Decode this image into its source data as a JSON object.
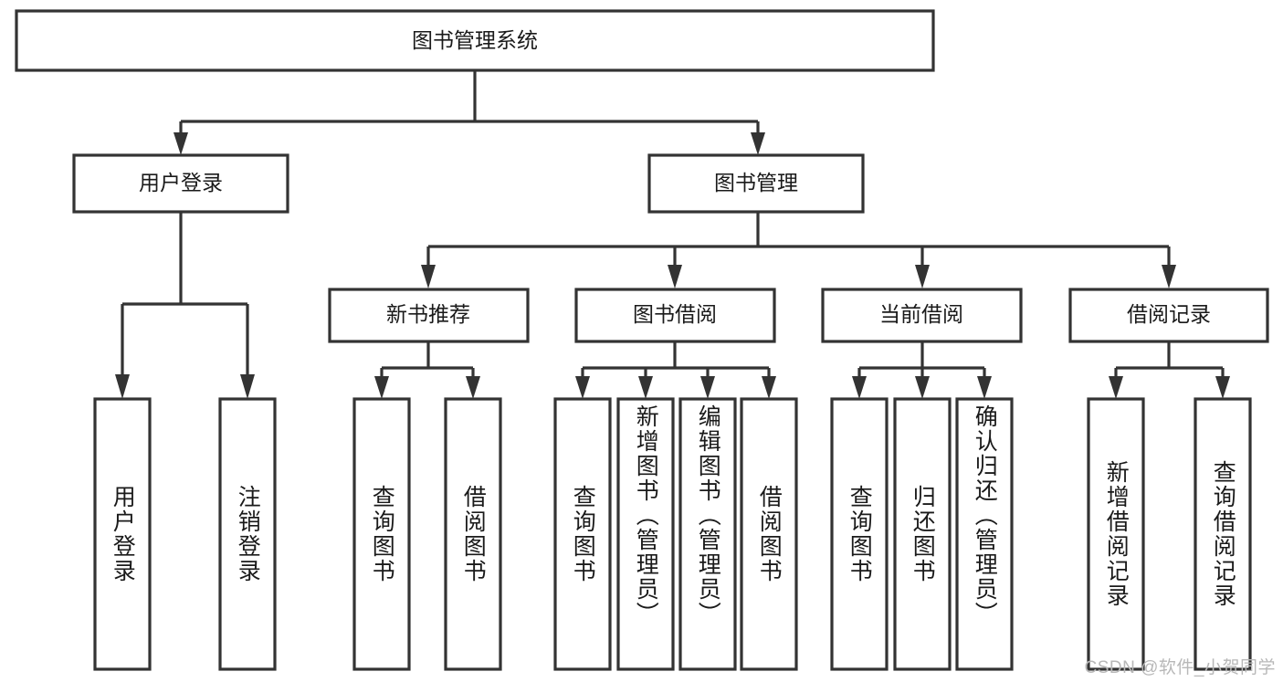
{
  "diagram": {
    "title": "图书管理系统",
    "type": "hierarchy-tree",
    "orientation": "top-down",
    "levels": 4,
    "colors": {
      "stroke": "#333333",
      "fill": "#ffffff",
      "text": "#1a1a1a",
      "watermark": "#b8b8b8"
    }
  },
  "root": {
    "label": "图书管理系统"
  },
  "level2": [
    {
      "label": "用户登录"
    },
    {
      "label": "图书管理"
    }
  ],
  "level3": [
    {
      "label": "新书推荐"
    },
    {
      "label": "图书借阅"
    },
    {
      "label": "当前借阅"
    },
    {
      "label": "借阅记录"
    }
  ],
  "leaves": {
    "user_login": [
      {
        "label": "用户登录"
      },
      {
        "label": "注销登录"
      }
    ],
    "new_book_recommend": [
      {
        "label": "查询图书"
      },
      {
        "label": "借阅图书"
      }
    ],
    "book_borrow": [
      {
        "label": "查询图书"
      },
      {
        "label": "新增图书（管理员）"
      },
      {
        "label": "编辑图书（管理员）"
      },
      {
        "label": "借阅图书"
      }
    ],
    "current_borrow": [
      {
        "label": "查询图书"
      },
      {
        "label": "归还图书"
      },
      {
        "label": "确认归还（管理员）"
      }
    ],
    "borrow_record": [
      {
        "label": "新增借阅记录"
      },
      {
        "label": "查询借阅记录"
      }
    ]
  },
  "watermark": {
    "text": "CSDN @软件_小贺同学"
  }
}
